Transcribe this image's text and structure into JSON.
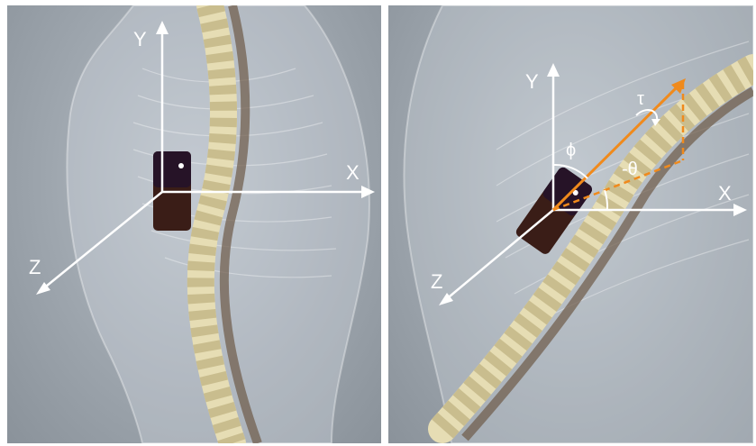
{
  "left_panel": {
    "axes": {
      "x": "X",
      "y": "Y",
      "z": "Z"
    }
  },
  "right_panel": {
    "axes": {
      "x": "X",
      "y": "Y",
      "z": "Z"
    },
    "angles": {
      "phi": "ϕ",
      "theta": "-θ",
      "tau": "τ"
    }
  },
  "colors": {
    "axis": "#ffffff",
    "vector": "#f08a1c",
    "device": "#3a1d17"
  }
}
